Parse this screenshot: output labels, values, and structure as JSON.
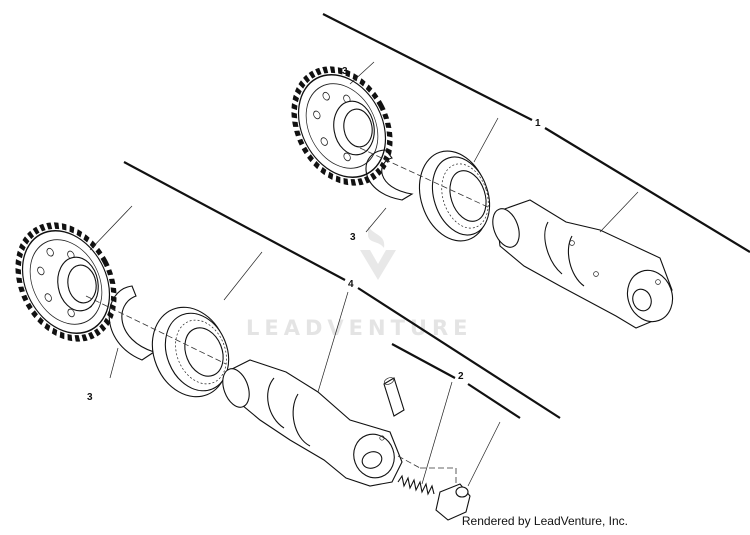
{
  "diagram": {
    "callouts": {
      "c1": "1",
      "c2": "2",
      "c3_top": "3",
      "c3_bottom": "3",
      "c4": "4"
    },
    "watermark_text": "LEADVENTURE",
    "credit": "Rendered by LeadVenture, Inc."
  }
}
